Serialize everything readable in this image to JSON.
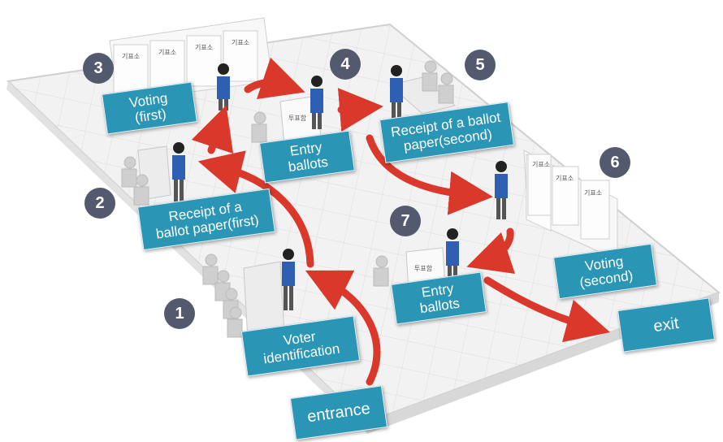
{
  "labels": {
    "voting_first": "Voting\n(first)",
    "entry_ballots_1": "Entry\nballots",
    "receipt_second": "Receipt of a ballot\npaper(second)",
    "receipt_first": "Receipt of a\nballot paper(first)",
    "voting_second": "Voting\n(second)",
    "entry_ballots_2": "Entry\nballots",
    "voter_identification": "Voter\nidentification",
    "exit": "exit",
    "entrance": "entrance"
  },
  "steps": [
    "1",
    "2",
    "3",
    "4",
    "5",
    "6",
    "7"
  ],
  "booth_signs": [
    "기표소",
    "기표소",
    "기표소",
    "기표소",
    "기표소",
    "기표소",
    "기표소"
  ],
  "ballot_box_signs": [
    "투표함",
    "투표함"
  ],
  "colors": {
    "label_bg": "#2b95b5",
    "arrow": "#d9382b",
    "step_circle": "#545a6e",
    "voter_shirt": "#2f5fb3",
    "floor": "#f0f0f0"
  }
}
